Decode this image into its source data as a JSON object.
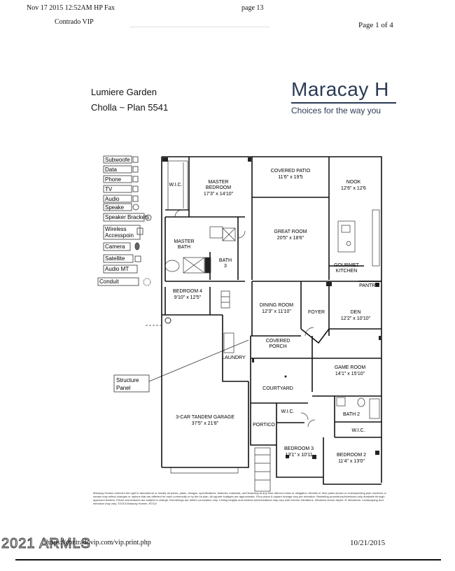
{
  "fax_header": {
    "datetime": "Nov 17  2015  12:52AM  HP  Fax",
    "page": "page  13"
  },
  "sender": "Contrado VIP",
  "page_of": "Page 1 of 4",
  "community": "Lumiere Garden",
  "plan_name": "Cholla ~ Plan 5541",
  "brand": {
    "name": "Maracay H",
    "tagline": "Choices for the way you"
  },
  "legend": [
    {
      "label": "Subwoofe",
      "symbol": "S"
    },
    {
      "label": "Data",
      "symbol": "D"
    },
    {
      "label": "Phone",
      "symbol": "P"
    },
    {
      "label": "TV",
      "symbol": "T"
    },
    {
      "label": "Audio",
      "symbol": "A"
    },
    {
      "label": "Speake",
      "symbol": "O"
    },
    {
      "label": "Speaker Brackets",
      "symbol": "B"
    },
    {
      "label": "Wireless Accesspoin",
      "symbol": "W"
    },
    {
      "label": "Camera",
      "symbol": "C"
    },
    {
      "label": "Satellite",
      "symbol": "S"
    },
    {
      "label": "Audio MT",
      "symbol": ""
    },
    {
      "label": "Conduit",
      "symbol": ""
    }
  ],
  "structure_label": [
    "Structure",
    "Panel"
  ],
  "rooms": {
    "covered_patio": {
      "name": "COVERED PATIO",
      "dim": "11'6\" x 19'5"
    },
    "nook": {
      "name": "NOOK",
      "dim": "12'6\" x 12'6"
    },
    "master_bedroom": {
      "name": "MASTER BEDROOM",
      "dim": "17'3\" x 14'10\""
    },
    "wic_master": {
      "name": "W.I.C."
    },
    "great_room": {
      "name": "GREAT ROOM",
      "dim": "20'5\" x 18'6\""
    },
    "master_bath": {
      "name": "MASTER BATH"
    },
    "bath3": {
      "name": "BATH 3"
    },
    "gourmet_kitchen": {
      "name": "GOURMET KITCHEN"
    },
    "pantry": {
      "name": "PANTRY"
    },
    "bedroom4": {
      "name": "BEDROOM 4",
      "dim": "9'10\" x 12'5\""
    },
    "dining_room": {
      "name": "DINING ROOM",
      "dim": "12'3\" x 11'10\""
    },
    "foyer": {
      "name": "FOYER"
    },
    "den": {
      "name": "DEN",
      "dim": "12'2\" x 10'10\""
    },
    "covered_porch": {
      "name": "COVERED PORCH"
    },
    "laundry": {
      "name": "LAUNDRY"
    },
    "game_room": {
      "name": "GAME ROOM",
      "dim": "14'1\" x 15'10\""
    },
    "courtyard": {
      "name": "COURTYARD"
    },
    "garage": {
      "name": "3-CAR TANDEM GARAGE",
      "dim": "37'5\" x 21'8\""
    },
    "portico": {
      "name": "PORTICO"
    },
    "wic2": {
      "name": "W.I.C."
    },
    "bath2": {
      "name": "BATH 2"
    },
    "wic3": {
      "name": "W.I.C."
    },
    "bedroom3": {
      "name": "BEDROOM 3",
      "dim": "13'1\" x 10'11"
    },
    "bedroom2": {
      "name": "BEDROOM 2",
      "dim": "11'4\" x 13'0\""
    }
  },
  "disclaimer": "Maracay Homes reserves the right to discontinue or modify all prices, plans, designs, specifications, features, materials, and financing at any time without notice or obligation. Models or floor plans shown or corresponding plan numbers or names may reflect changes or options that are different for each community or by the lot plan. All square footages are approximate. Floor plans & square footage vary per elevation. Marketing promotions/incentives only available through approved lenders. Prices and features are subject to change. Renderings are artist's conception only. Ceiling heights and window sizes/locations may vary with exterior elevations. Windows shown depict 'A' elevations. Landscaping and elevation may vary. ©2015 Maracay Homes. ROC#",
  "url": "https://contradovip.com/vip.print.php",
  "watermark": "2021 ARMLS",
  "print_date": "10/21/2015"
}
